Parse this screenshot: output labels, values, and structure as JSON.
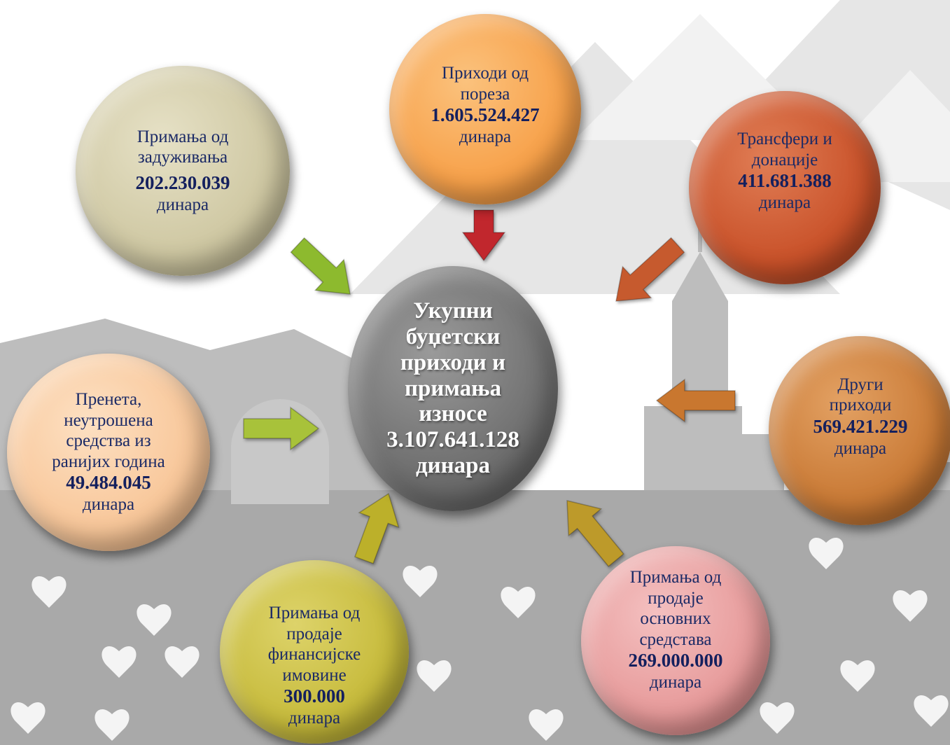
{
  "center": {
    "title_lines": [
      "Укупни",
      "буџетски",
      "приходи и",
      "примања",
      "износе"
    ],
    "total": "3.107.641.128",
    "unit": "динара"
  },
  "nodes": {
    "borrowing": {
      "label_lines": [
        "Примања од",
        "задуживања"
      ],
      "amount": "202.230.039",
      "unit": "динара",
      "color": "#cfc8a3"
    },
    "taxes": {
      "label_lines": [
        "Приходи од",
        "пореза"
      ],
      "amount": "1.605.524.427",
      "unit": "динара",
      "color": "#f7a14a"
    },
    "transfers": {
      "label_lines": [
        "Трансфери и",
        "донације"
      ],
      "amount": "411.681.388",
      "unit": "динара",
      "color": "#c9522a"
    },
    "other": {
      "label_lines": [
        "Други",
        "приходи"
      ],
      "amount": "569.421.229",
      "unit": "динара",
      "color": "#c97a36"
    },
    "fixed_assets": {
      "label_lines": [
        "Примања од",
        "продаје",
        "основних",
        "средстава"
      ],
      "amount": "269.000.000",
      "unit": "динара",
      "color": "#e79b9b"
    },
    "financial_assets": {
      "label_lines": [
        "Примања од",
        "продаје",
        "финансијске",
        "имовине"
      ],
      "amount": "300.000",
      "unit": "динара",
      "color": "#c7bb3c"
    },
    "carryover": {
      "label_lines": [
        "Пренета,",
        "неутрошена",
        "средства из",
        "ранијих година"
      ],
      "amount": "49.484.045",
      "unit": "динара",
      "color": "#f8c79a"
    }
  },
  "arrow_colors": {
    "borrowing": "#8dba2e",
    "taxes": "#c1272d",
    "transfers": "#c65a2e",
    "other": "#c9772f",
    "fixed_assets": "#bd9a2a",
    "financial_assets": "#bcb02a",
    "carryover": "#a8c23a"
  }
}
